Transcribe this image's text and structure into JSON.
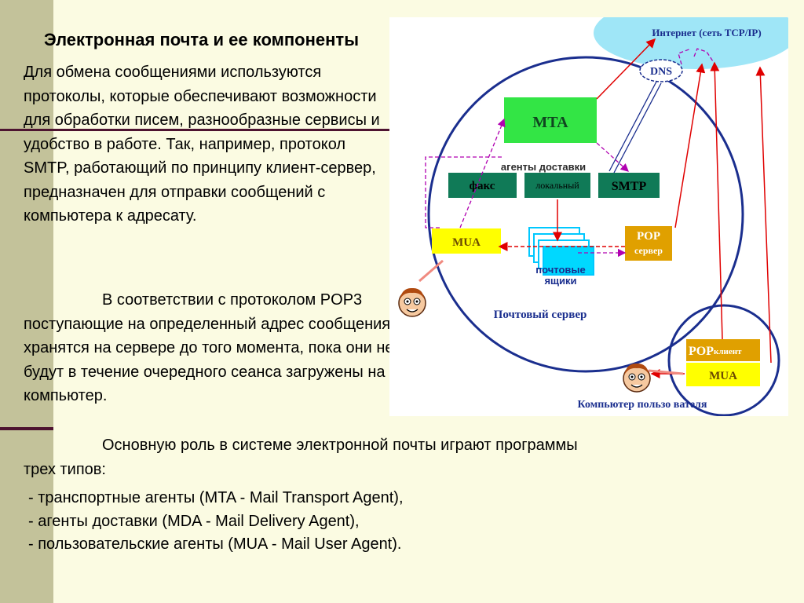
{
  "slide": {
    "title": "Электронная почта и ее компоненты",
    "paragraph1": "Для обмена сообщениями используются протоколы, которые обеспечивают возможности для обработки писем, разнообразные сервисы и удобство в работе. Так, например, протокол SMTP, работающий по принципу клиент-сервер, предназначен для отправки сообщений с компьютера к адресату.",
    "paragraph2": "В соответствии с протоколом POP3 поступающие на определенный адрес сообщения хранятся на сервере до того момента, пока они не будут в течение очередного сеанса загружены на компьютер.",
    "paragraph3": "Основную роль в системе электронной почты играют программы трех типов:",
    "bullets": [
      " - транспортные агенты (MTA - Mail Transport Agent),",
      " - агенты доставки (MDA - Mail Delivery Agent),",
      " - пользовательские агенты (MUA - Mail User Agent)."
    ]
  },
  "diagram": {
    "internet": "Интернет (сеть TCP/IP)",
    "dns": "DNS",
    "mta": "MTA",
    "delivery_agents": "агенты доставки",
    "fax": "факс",
    "local": "локальный",
    "smtp": "SMTP",
    "mua": "MUA",
    "pop_line1": "POP",
    "pop_line2": "сервер",
    "mailboxes_line1": "почтовые",
    "mailboxes_line2": "ящики",
    "mail_server": "Почтовый сервер",
    "pop_client_main": "POP",
    "pop_client_sub": "клиент",
    "client_mua": "MUA",
    "user_computer": "Компьютер пользо вателя"
  },
  "colors": {
    "background": "#fbfbe2",
    "left_bar": "#c3c29a",
    "rule": "#4d1330",
    "mta_green": "#33e545",
    "agent_teal": "#107a57",
    "yellow": "#ffff00",
    "pop_orange": "#e0a000",
    "internet_cyan": "#9fe6f7",
    "arrow_red": "#e00000",
    "arrow_magenta": "#b000b0",
    "label_blue": "#1a2e8e"
  },
  "icons": [
    "user-face-icon"
  ]
}
